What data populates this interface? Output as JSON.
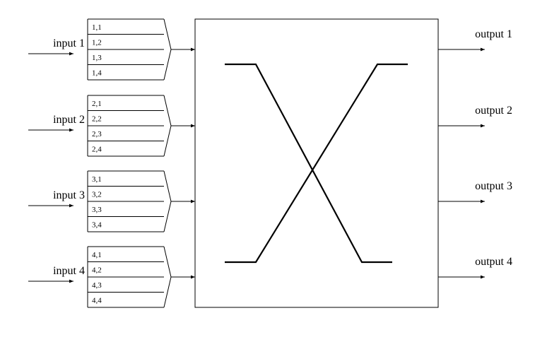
{
  "inputs": [
    {
      "label": "input 1",
      "voqs": [
        "1,1",
        "1,2",
        "1,3",
        "1,4"
      ]
    },
    {
      "label": "input 2",
      "voqs": [
        "2,1",
        "2,2",
        "2,3",
        "2,4"
      ]
    },
    {
      "label": "input 3",
      "voqs": [
        "3,1",
        "3,2",
        "3,3",
        "3,4"
      ]
    },
    {
      "label": "input 4",
      "voqs": [
        "4,1",
        "4,2",
        "4,3",
        "4,4"
      ]
    }
  ],
  "outputs": [
    {
      "label": "output 1"
    },
    {
      "label": "output 2"
    },
    {
      "label": "output 3"
    },
    {
      "label": "output 4"
    }
  ]
}
